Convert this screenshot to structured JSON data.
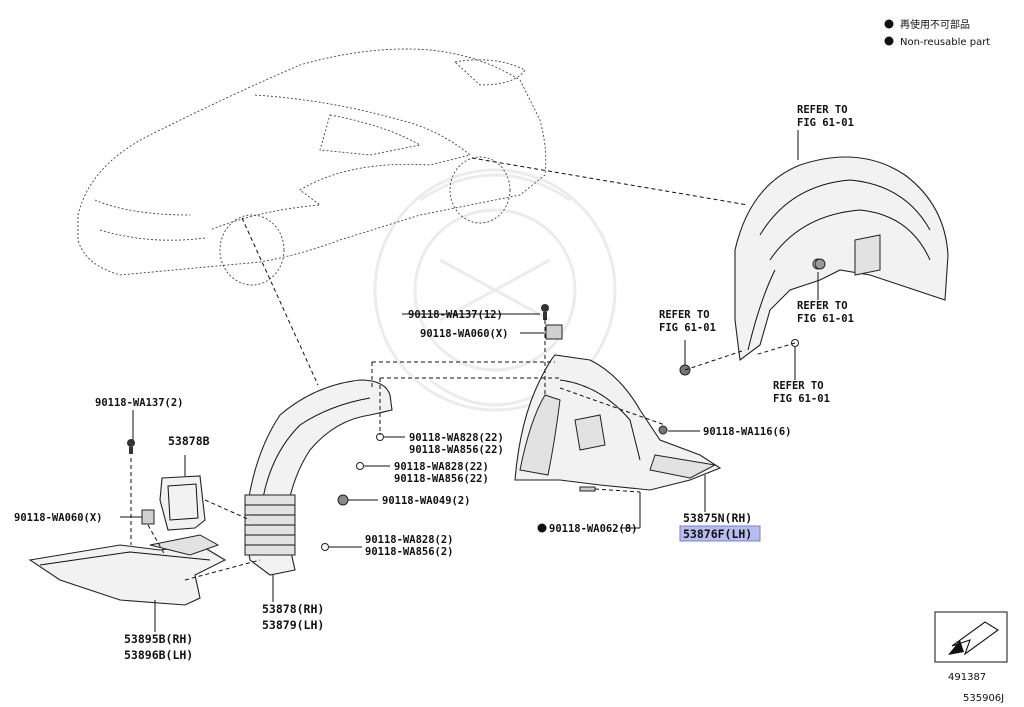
{
  "legend": {
    "non_reusable_ja": "再使用不可部品",
    "non_reusable_en": "Non-reusable part"
  },
  "refer_labels": {
    "top_right": [
      "REFER TO",
      "FIG 61-01"
    ],
    "mid_right": [
      "REFER TO",
      "FIG 61-01"
    ],
    "mid_left": [
      "REFER TO",
      "FIG 61-01"
    ],
    "lower_right": [
      "REFER TO",
      "FIG 61-01"
    ]
  },
  "callouts": {
    "c1": "90118-WA137(12)",
    "c2": "90118-WA060(X)",
    "c3": "90118-WA116(6)",
    "c4a": "90118-WA828(22)",
    "c4b": "90118-WA856(22)",
    "c5a": "90118-WA828(22)",
    "c5b": "90118-WA856(22)",
    "c6": "90118-WA049(2)",
    "c7a": "90118-WA828(2)",
    "c7b": "90118-WA856(2)",
    "c8": "90118-WA062(8)",
    "c9": "90118-WA137(2)",
    "c10": "90118-WA060(X)",
    "p1": "53878B",
    "p2a": "53875N(RH)",
    "p2b": "53876F(LH)",
    "p3a": "53878(RH)",
    "p3b": "53879(LH)",
    "p4a": "53895B(RH)",
    "p4b": "53896B(LH)"
  },
  "footer": {
    "fig_no": "491387",
    "diagram_id": "535906J"
  },
  "colors": {
    "highlight": "#b8bdf0",
    "ink": "#111111"
  }
}
